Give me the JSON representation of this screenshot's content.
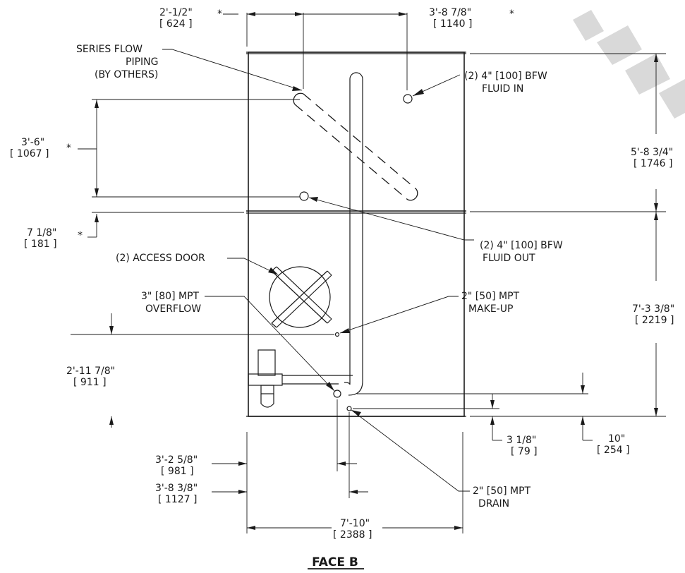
{
  "title": "FACE B",
  "dimensions": {
    "d1_ft": "2'-1/2\"",
    "d1_mm": "[ 624 ]",
    "d2_ft": "3'-8 7/8\"",
    "d2_mm": "[ 1140 ]",
    "d3_ft": "3'-6\"",
    "d3_mm": "[ 1067 ]",
    "d4_ft": "7 1/8\"",
    "d4_mm": "[ 181 ]",
    "d5_ft": "5'-8 3/4\"",
    "d5_mm": "[ 1746 ]",
    "d6_ft": "7'-3 3/8\"",
    "d6_mm": "[ 2219 ]",
    "d7_ft": "2'-11 7/8\"",
    "d7_mm": "[ 911 ]",
    "d8_ft": "3 1/8\"",
    "d8_mm": "[ 79 ]",
    "d9_ft": "10\"",
    "d9_mm": "[ 254 ]",
    "d10_ft": "3'-2 5/8\"",
    "d10_mm": "[ 981 ]",
    "d11_ft": "3'-8 3/8\"",
    "d11_mm": "[ 1127 ]",
    "d12_ft": "7'-10\"",
    "d12_mm": "[ 2388 ]",
    "asterisk": "*"
  },
  "callouts": {
    "series_1": "SERIES FLOW",
    "series_2": "PIPING",
    "series_3": "(BY OTHERS)",
    "fluid_in_1": "(2) 4\" [100] BFW",
    "fluid_in_2": "FLUID IN",
    "fluid_out_1": "(2) 4\" [100] BFW",
    "fluid_out_2": "FLUID OUT",
    "access_door": "(2) ACCESS DOOR",
    "overflow_1": "3\" [80] MPT",
    "overflow_2": "OVERFLOW",
    "makeup_1": "2\" [50] MPT",
    "makeup_2": "MAKE-UP",
    "drain_1": "2\" [50] MPT",
    "drain_2": "DRAIN"
  }
}
